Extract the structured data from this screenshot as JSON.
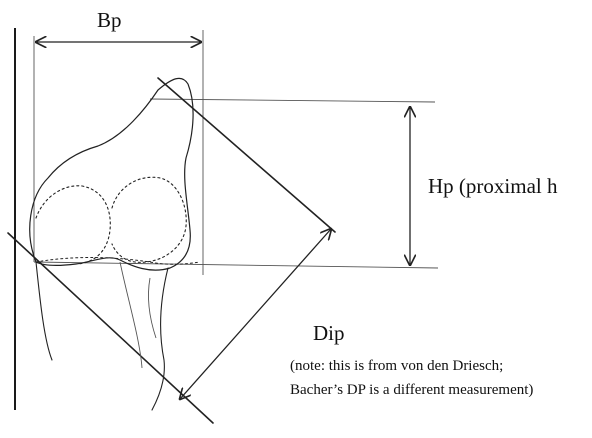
{
  "labels": {
    "bp": "Bp",
    "hp": "Hp (proximal h",
    "dip": "Dip",
    "note_line1": "(note: this is from von den Driesch;",
    "note_line2": "Bacher’s DP is a different measurement)"
  }
}
